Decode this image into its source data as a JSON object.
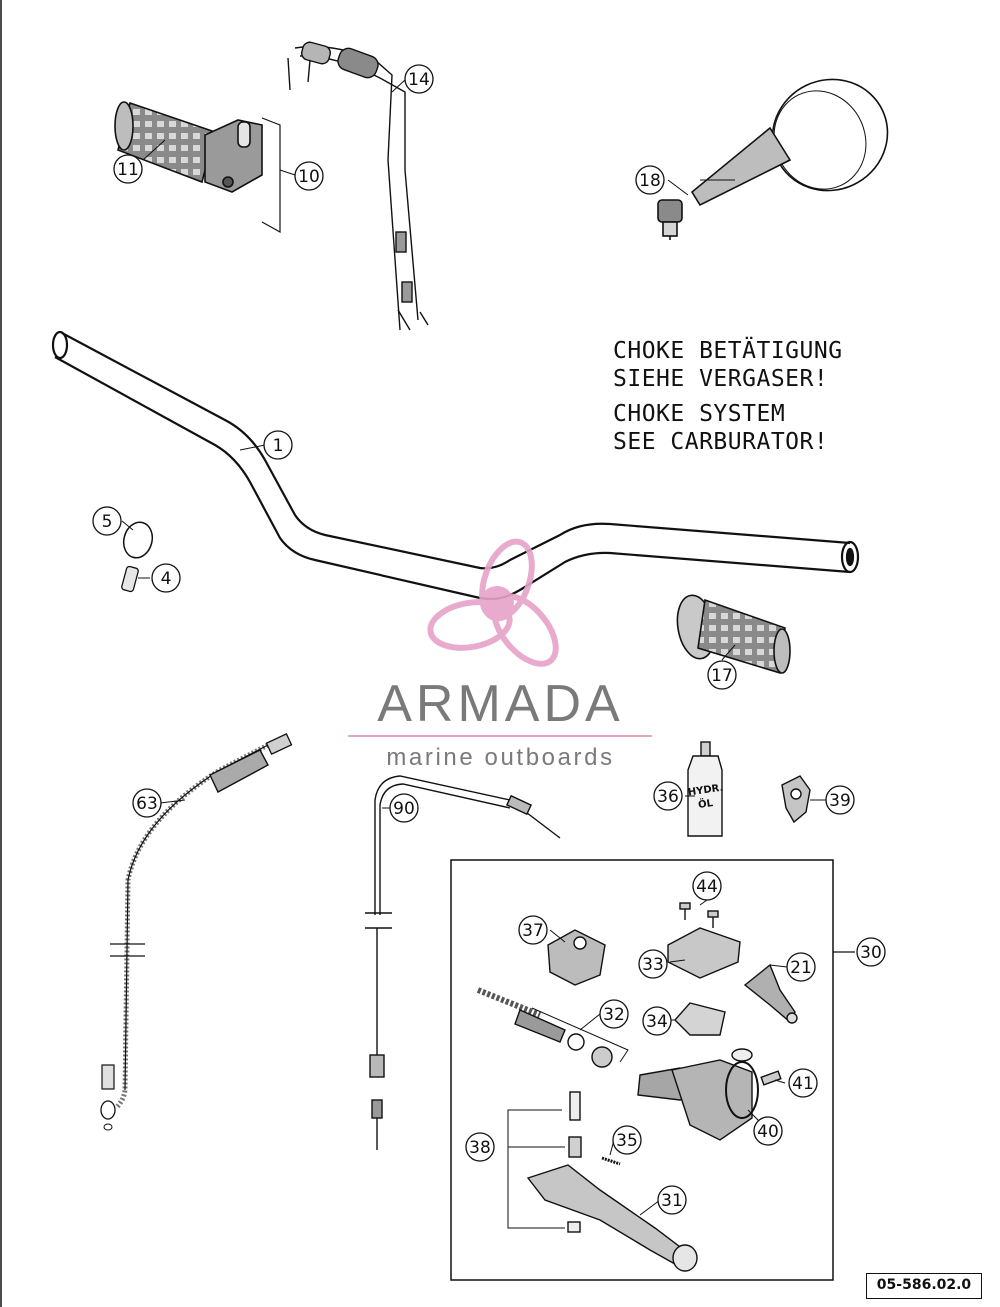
{
  "note": {
    "de_line1": "CHOKE BETÄTIGUNG",
    "de_line2": "SIEHE VERGASER!",
    "en_line1": "CHOKE SYSTEM",
    "en_line2": "SEE CARBURATOR!"
  },
  "brand": {
    "name": "ARMADA",
    "tagline": "marine outboards",
    "color_pink": "#e6a3c9",
    "color_gray": "#7a7a7a"
  },
  "reference_code": "05-586.02.0",
  "oil_label": {
    "line1": "HYDR.",
    "line2": "ÖL"
  },
  "callouts": [
    {
      "id": "c1",
      "label": "1"
    },
    {
      "id": "c4",
      "label": "4"
    },
    {
      "id": "c5",
      "label": "5"
    },
    {
      "id": "c10",
      "label": "10"
    },
    {
      "id": "c11",
      "label": "11"
    },
    {
      "id": "c14",
      "label": "14"
    },
    {
      "id": "c17",
      "label": "17"
    },
    {
      "id": "c18",
      "label": "18"
    },
    {
      "id": "c21",
      "label": "21"
    },
    {
      "id": "c30",
      "label": "30"
    },
    {
      "id": "c31",
      "label": "31"
    },
    {
      "id": "c32",
      "label": "32"
    },
    {
      "id": "c33",
      "label": "33"
    },
    {
      "id": "c34",
      "label": "34"
    },
    {
      "id": "c35",
      "label": "35"
    },
    {
      "id": "c36",
      "label": "36"
    },
    {
      "id": "c37",
      "label": "37"
    },
    {
      "id": "c38",
      "label": "38"
    },
    {
      "id": "c39",
      "label": "39"
    },
    {
      "id": "c40",
      "label": "40"
    },
    {
      "id": "c41",
      "label": "41"
    },
    {
      "id": "c44",
      "label": "44"
    },
    {
      "id": "c63",
      "label": "63"
    },
    {
      "id": "c90",
      "label": "90"
    }
  ]
}
